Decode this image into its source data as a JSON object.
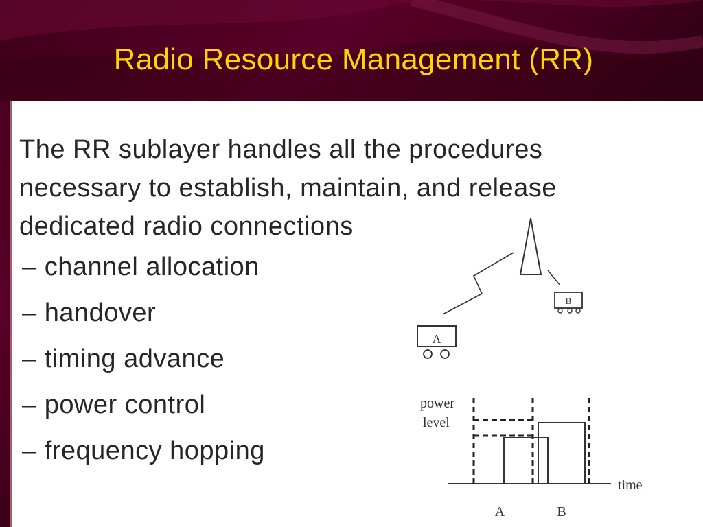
{
  "slide": {
    "title": "Radio Resource Management (RR)",
    "paragraph_lines": [
      "The RR sublayer handles all the procedures",
      "necessary to establish, maintain, and release",
      "dedicated radio connections"
    ],
    "bullets": [
      "– channel allocation",
      "– handover",
      "– timing advance",
      "– power control",
      "– frequency hopping"
    ]
  },
  "diagram": {
    "mobile_a_label": "A",
    "mobile_b_label": "B"
  },
  "timing_chart": {
    "y_label_line1": "power",
    "y_label_line2": "level",
    "x_label": "time",
    "marker_a": "A",
    "marker_b": "B"
  },
  "colors": {
    "header_bg": "#5a0028",
    "title": "#ffd400",
    "body_text": "#262626"
  }
}
